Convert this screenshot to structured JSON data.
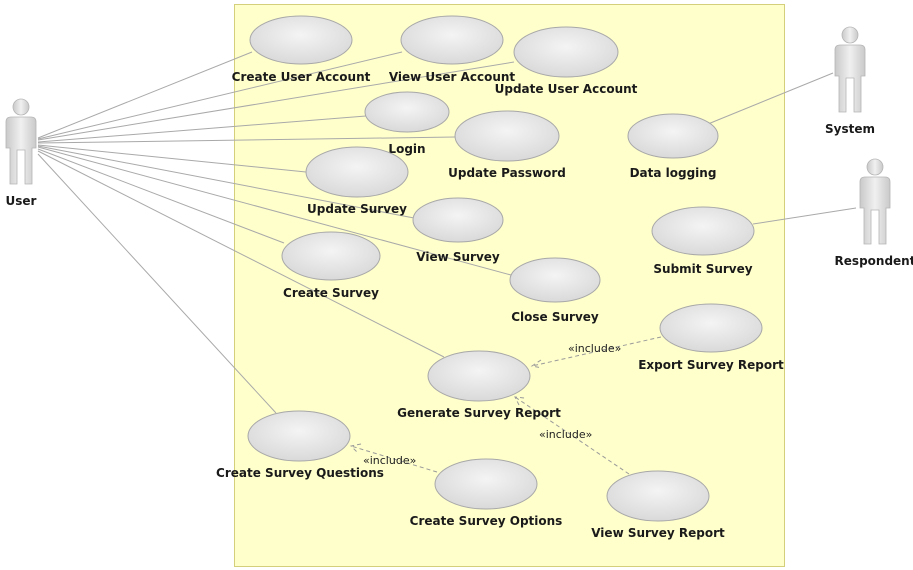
{
  "actors": {
    "user": "User",
    "system": "System",
    "respondent": "Respondent"
  },
  "use_cases": {
    "create_user_account": "Create User Account",
    "view_user_account": "View User Account",
    "update_user_account": "Update User Account",
    "login": "Login",
    "update_password": "Update Password",
    "data_logging": "Data logging",
    "update_survey": "Update Survey",
    "view_survey": "View Survey",
    "submit_survey": "Submit Survey",
    "create_survey": "Create Survey",
    "close_survey": "Close Survey",
    "export_survey_report": "Export Survey Report",
    "generate_survey_report": "Generate Survey Report",
    "create_survey_questions": "Create Survey Questions",
    "create_survey_options": "Create Survey Options",
    "view_survey_report": "View Survey Report"
  },
  "relations": {
    "include_export": "«include»",
    "include_view_report": "«include»",
    "include_options": "«include»"
  },
  "colors": {
    "system_boundary_fill": "#ffffcc",
    "system_boundary_stroke": "#d4cf7a",
    "actor_fill": "#d8d8d8",
    "usecase_fill": "#e3e3e3"
  }
}
